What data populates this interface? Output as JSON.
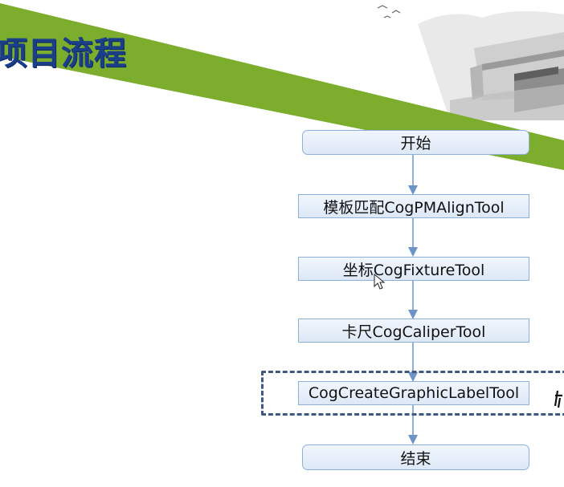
{
  "slide": {
    "title": "项目流程"
  },
  "flowchart": {
    "start": "开始",
    "steps": [
      "模板匹配CogPMAlignTool",
      "坐标CogFixtureTool",
      "卡尺CogCaliperTool",
      "CogCreateGraphicLabelTool"
    ],
    "end": "结束"
  },
  "colors": {
    "title": "#1a3f88",
    "banner": "#7cad2d",
    "box_fill": "#e6eef9",
    "box_border": "#8fb0d6",
    "arrow": "#6d94c6",
    "dashed_frame": "#3f5a7e"
  }
}
